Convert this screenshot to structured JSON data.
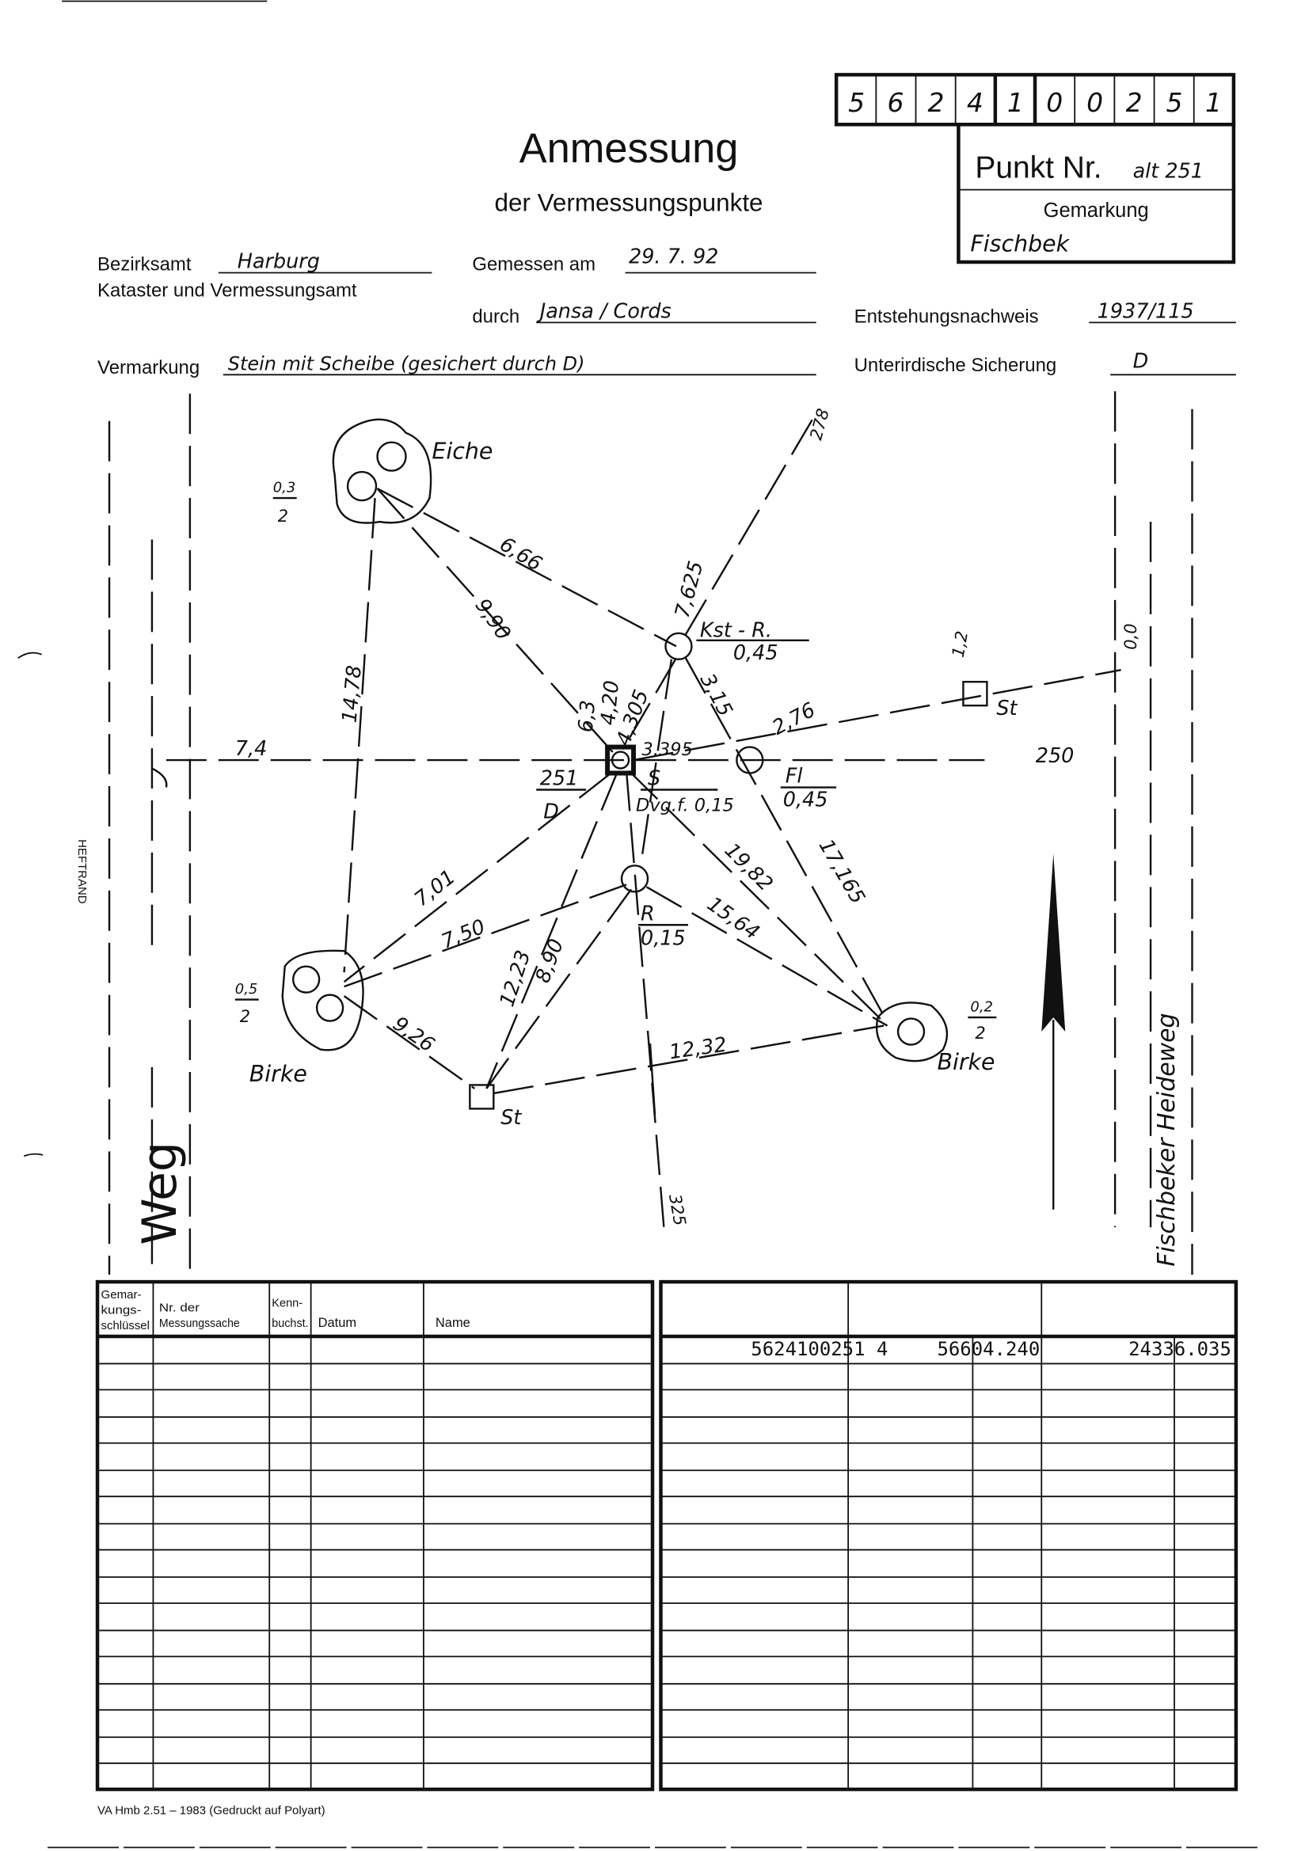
{
  "header": {
    "title": "Anmessung",
    "subtitle": "der Vermessungspunkte",
    "point_number_digits": [
      "5",
      "6",
      "2",
      "4",
      "1",
      "0",
      "0",
      "2",
      "5",
      "1"
    ],
    "punkt_nr_label": "Punkt Nr.",
    "punkt_nr_value": "alt 251",
    "gemarkung_label": "Gemarkung",
    "gemarkung_value": "Fischbek"
  },
  "fields": {
    "bezirksamt_label": "Bezirksamt",
    "bezirksamt_value": "Harburg",
    "kataster_label": "Kataster und Vermessungsamt",
    "gemessen_label": "Gemessen am",
    "gemessen_value": "29. 7. 92",
    "durch_label": "durch",
    "durch_value": "Jansa / Cords",
    "entstehung_label": "Entstehungsnachweis",
    "entstehung_value": "1937/115",
    "vermarkung_label": "Vermarkung",
    "vermarkung_value": "Stein mit Scheibe (gesichert durch D)",
    "unterirdisch_label": "Unterirdische Sicherung",
    "unterirdisch_value": "D"
  },
  "sketch": {
    "eiche": "Eiche",
    "eiche_frac_top": "0,3",
    "eiche_frac_bot": "2",
    "d_666": "6,66",
    "d_990": "9,90",
    "d_1478": "14,78",
    "d_74": "7,4",
    "d_7625": "7,625",
    "d_278": "278",
    "kst_r": "Kst - R.",
    "kst_r_val": "0,45",
    "d_315": "3,15",
    "d_276": "2,76",
    "d_4305": "4,305",
    "d_420": "4,20",
    "d_63": "6,3",
    "d_3395": "3,395",
    "pt_251": "251",
    "pt_251_d": "D",
    "s_label": "S",
    "dvgf": "Dvg.f. 0,15",
    "fl": "Fl",
    "fl_val": "0,45",
    "d_12": "1,2",
    "st": "St",
    "d_00": "0,0",
    "d_250": "250",
    "d_701": "7,01",
    "d_750": "7,50",
    "d_1223": "12,23",
    "d_890": "8,90",
    "r_label": "R",
    "r_val": "0,15",
    "d_1982": "19,82",
    "d_1564": "15,64",
    "d_17165": "17,165",
    "d_926": "9,26",
    "d_1232": "12,32",
    "st_bottom": "St",
    "birke_left": "Birke",
    "birke_left_frac_top": "0,5",
    "birke_left_frac_bot": "2",
    "birke_right": "Birke",
    "birke_right_frac_top": "0,2",
    "birke_right_frac_bot": "2",
    "d_325": "325",
    "weg": "Weg",
    "heideweg": "Fischbeker Heideweg"
  },
  "margin_label": "HEFTRAND",
  "table_left": {
    "headers": [
      "Gemar-",
      "kungs-",
      "schlüssel",
      "Nr. der",
      "Messungssache",
      "Kenn-",
      "buchst.",
      "Datum",
      "Name"
    ]
  },
  "table_right": {
    "record": {
      "point": "5624100251 4",
      "x": "56604.240",
      "y": "24336.035"
    }
  },
  "footer": "VA Hmb 2.51 – 1983 (Gedruckt auf Polyart)"
}
